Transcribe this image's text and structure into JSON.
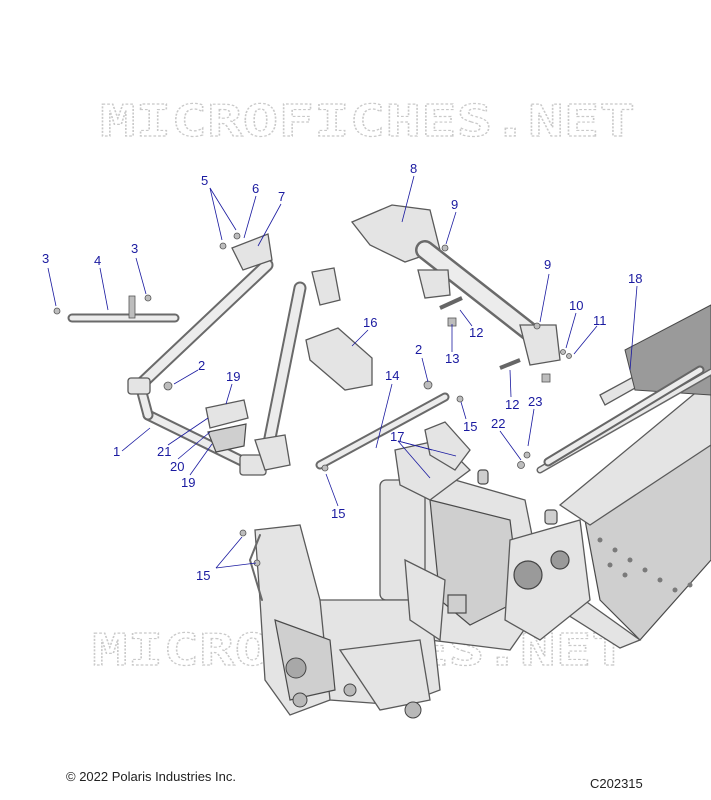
{
  "watermark": "MICROFICHES.NET",
  "callouts": [
    "1",
    "2",
    "2",
    "3",
    "3",
    "4",
    "5",
    "6",
    "7",
    "8",
    "9",
    "9",
    "10",
    "11",
    "12",
    "12",
    "13",
    "14",
    "15",
    "15",
    "15",
    "16",
    "17",
    "18",
    "19",
    "19",
    "20",
    "21",
    "22",
    "23"
  ],
  "footer": {
    "copyright": "© 2022 Polaris Industries Inc.",
    "figure_code": "C202315"
  }
}
